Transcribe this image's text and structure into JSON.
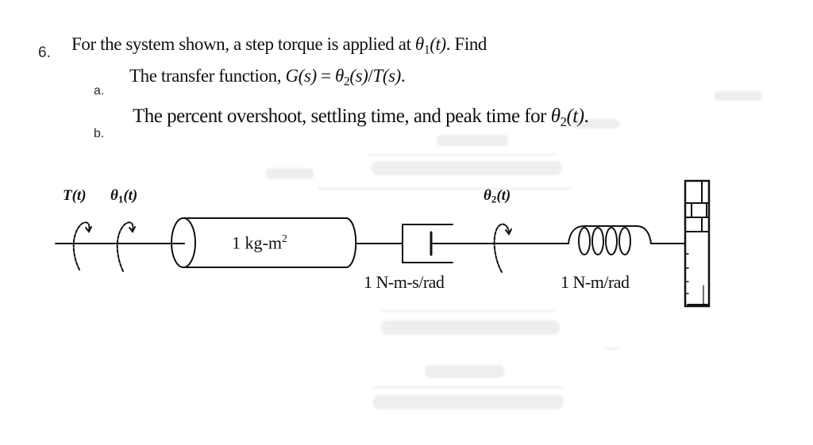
{
  "problem": {
    "number": "6.",
    "statement": {
      "prefix": "For the system shown, a step torque is applied at ",
      "symbol": "θ",
      "symbol_sub": "1",
      "symbol_arg": "(t)",
      "suffix": ". Find"
    },
    "parts": [
      {
        "label": "a.",
        "text_prefix": "The transfer function, ",
        "expr_lhs": "G(s)",
        "equals": " = ",
        "expr_num_symbol": "θ",
        "expr_num_sub": "2",
        "expr_num_arg": "(s)",
        "slash": "/",
        "expr_den": "T(s)",
        "text_suffix": "."
      },
      {
        "label": "b.",
        "text_prefix": "The percent overshoot, settling time, and peak time for ",
        "symbol": "θ",
        "symbol_sub": "2",
        "symbol_arg": "(t)",
        "text_suffix": "."
      }
    ]
  },
  "diagram": {
    "torque_label": "T(t)",
    "theta1_symbol": "θ",
    "theta1_sub": "1",
    "theta1_arg": "(t)",
    "theta2_symbol": "θ",
    "theta2_sub": "2",
    "theta2_arg": "(t)",
    "inertia_value": "1 kg-m",
    "inertia_exp": "2",
    "damper_label": "1 N-m-s/rad",
    "spring_label": "1 N-m/rad"
  },
  "colors": {
    "ink": "#111111",
    "ghost": "#eeeeee",
    "background": "#ffffff"
  }
}
